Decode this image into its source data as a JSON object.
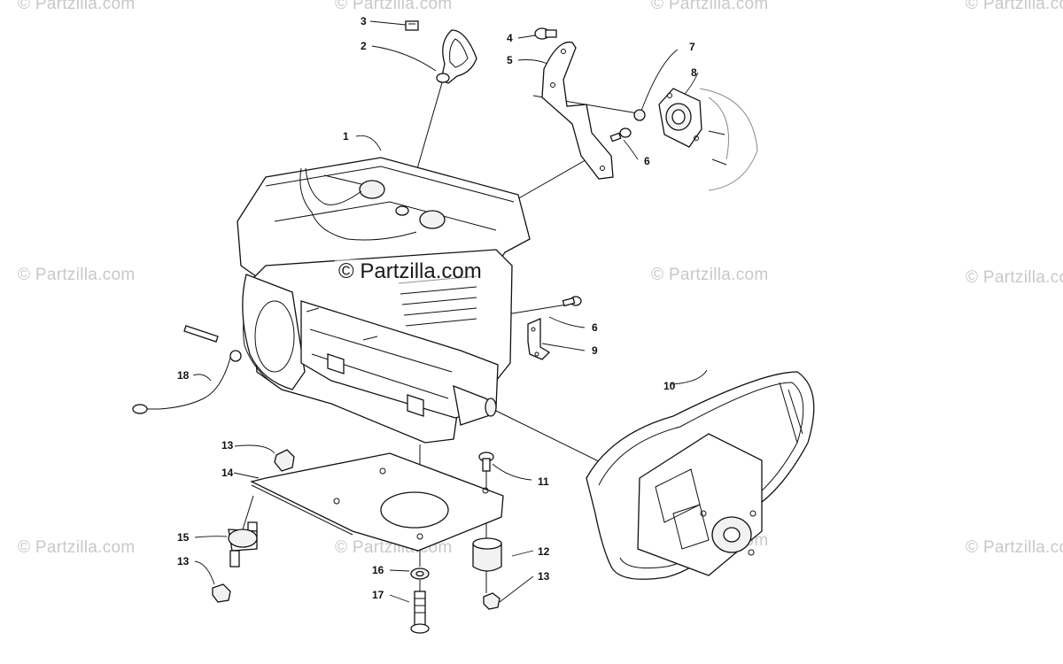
{
  "watermark": {
    "text": "© Partzilla.com",
    "center_text": "© Partzilla.com"
  },
  "callouts": [
    {
      "id": "c1",
      "label": "1"
    },
    {
      "id": "c2",
      "label": "2"
    },
    {
      "id": "c3",
      "label": "3"
    },
    {
      "id": "c4",
      "label": "4"
    },
    {
      "id": "c5",
      "label": "5"
    },
    {
      "id": "c6a",
      "label": "6"
    },
    {
      "id": "c6b",
      "label": "6"
    },
    {
      "id": "c7",
      "label": "7"
    },
    {
      "id": "c8",
      "label": "8"
    },
    {
      "id": "c9",
      "label": "9"
    },
    {
      "id": "c10",
      "label": "10"
    },
    {
      "id": "c11",
      "label": "11"
    },
    {
      "id": "c12",
      "label": "12"
    },
    {
      "id": "c13a",
      "label": "13"
    },
    {
      "id": "c13b",
      "label": "13"
    },
    {
      "id": "c13c",
      "label": "13"
    },
    {
      "id": "c14",
      "label": "14"
    },
    {
      "id": "c15",
      "label": "15"
    },
    {
      "id": "c16",
      "label": "16"
    },
    {
      "id": "c17",
      "label": "17"
    },
    {
      "id": "c18",
      "label": "18"
    }
  ],
  "colors": {
    "line": "#111111",
    "watermark": "#c8c8c8",
    "background": "#ffffff"
  }
}
